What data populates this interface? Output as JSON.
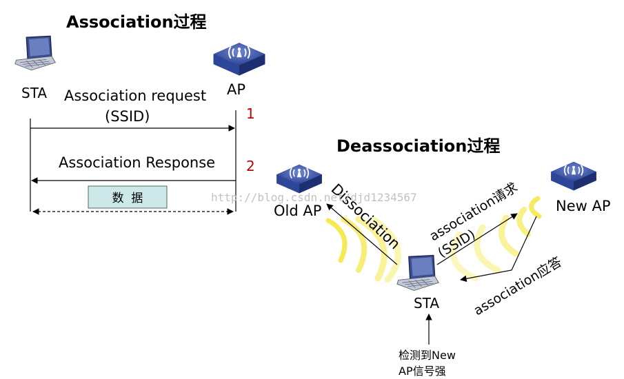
{
  "association": {
    "title": "Association过程",
    "sta_label": "STA",
    "ap_label": "AP",
    "request_label_line1": "Association request",
    "request_label_line2": "(SSID)",
    "step1": "1",
    "response_label": "Association Response",
    "step2": "2",
    "data_label": "数  据"
  },
  "deassociation": {
    "title": "Deassociation过程",
    "old_ap_label": "Old AP",
    "new_ap_label": "New AP",
    "sta_label": "STA",
    "dissociation_label": "Dissociation",
    "assoc_request_line1": "association请求",
    "assoc_request_line2": "(SSID)",
    "assoc_response_label": "association应答",
    "detect_line1": "检测到New",
    "detect_line2": "AP信号强"
  },
  "watermark": "http://blog.csdn.net/djd1234567",
  "colors": {
    "step_number": "#c00000",
    "data_box_fill": "#cce8e8",
    "ap_body": "#3d58a8",
    "wave": "#f2e31a"
  }
}
